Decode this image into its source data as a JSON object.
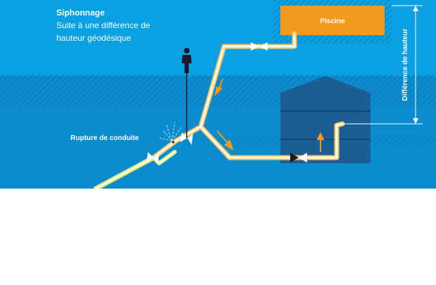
{
  "diagram": {
    "title": "Siphonnage",
    "subtitle_line1": "Suite à une différence de",
    "subtitle_line2": "hauteur géodésique",
    "pool_label": "Piscine",
    "height_label": "Différence de hauteur",
    "break_label": "Rupture de conduite"
  },
  "colors": {
    "sky": "#0a9fe0",
    "ground": "#0a8bcd",
    "hatch": "#0d6fa8",
    "tank": "#1a5d92",
    "pool": "#f39a1e",
    "pipe_outer": "#f6c46a",
    "pipe_inner": "#fffbe8",
    "pipe_green": "#d8ee8a",
    "flow_arrow": "#f39a1e",
    "valve_dark": "#1a1a2a"
  }
}
